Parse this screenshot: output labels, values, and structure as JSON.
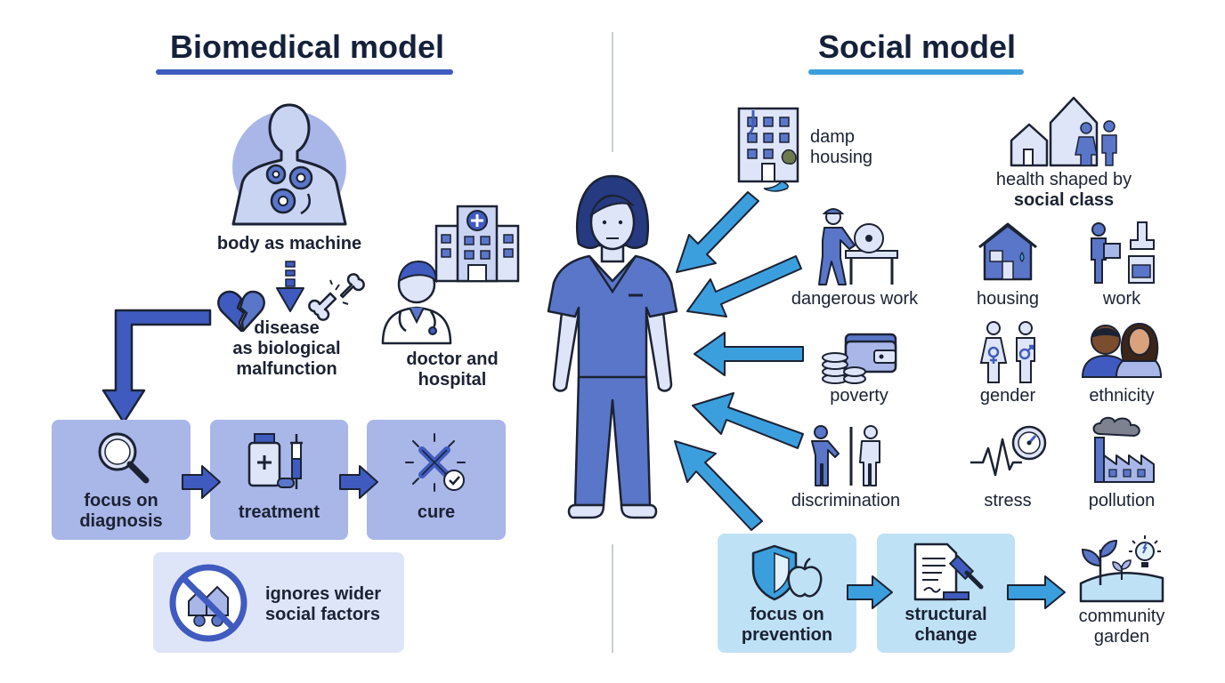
{
  "biomedical": {
    "title": "Biomedical model",
    "body_label": "body as machine",
    "disease_label": [
      "disease",
      "as biological",
      "malfunction"
    ],
    "doctor_label": [
      "doctor and",
      "hospital"
    ],
    "steps": [
      {
        "label": [
          "focus on",
          "diagnosis"
        ]
      },
      {
        "label": [
          "treatment"
        ]
      },
      {
        "label": [
          "cure"
        ]
      }
    ],
    "ignores_label": [
      "ignores wider",
      "social factors"
    ]
  },
  "social": {
    "title": "Social model",
    "factors": [
      {
        "label": [
          "damp",
          "housing"
        ]
      },
      {
        "label": [
          "dangerous work"
        ]
      },
      {
        "label": [
          "poverty"
        ]
      },
      {
        "label": [
          "discrimination"
        ]
      }
    ],
    "class_label": [
      "health shaped by",
      "social class"
    ],
    "class_items": [
      "housing",
      "work",
      "gender",
      "ethnicity",
      "stress",
      "pollution"
    ],
    "steps": [
      {
        "label": [
          "focus on",
          "prevention"
        ]
      },
      {
        "label": [
          "structural",
          "change"
        ]
      },
      {
        "label": [
          "community",
          "garden"
        ]
      }
    ]
  },
  "colors": {
    "bio_accent": "#3f5bbf",
    "bio_box": "#a9b6e8",
    "bio_box_light": "#dfe5f8",
    "social_accent": "#3b9fde",
    "social_box": "#bfe1f5",
    "ink": "#1b2233",
    "person": "#5a76c9"
  }
}
